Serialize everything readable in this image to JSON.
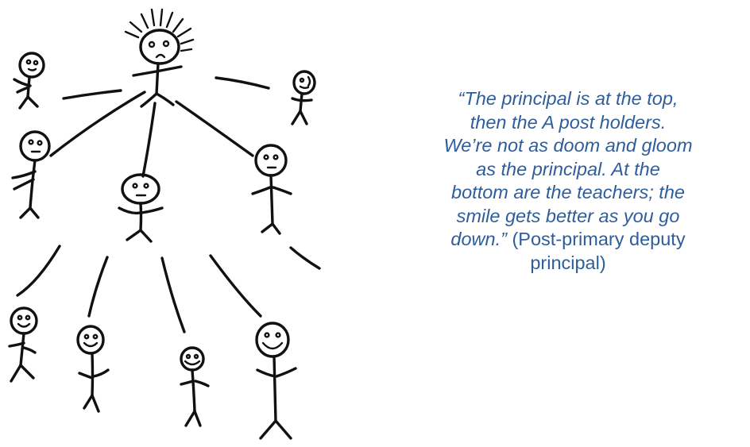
{
  "quote": {
    "lines": [
      {
        "italic": "“The principal is at the top,",
        "plain": ""
      },
      {
        "italic": "then the A post holders.",
        "plain": ""
      },
      {
        "italic": "We’re not as doom and gloom",
        "plain": ""
      },
      {
        "italic": "as the principal.  At the",
        "plain": ""
      },
      {
        "italic": "bottom are the teachers; the",
        "plain": ""
      },
      {
        "italic": "smile gets better as you go",
        "plain": ""
      },
      {
        "italic": "down.”",
        "plain": " (Post-primary deputy"
      },
      {
        "italic": "",
        "plain": "principal)"
      }
    ]
  },
  "colors": {
    "quote_text": "#2e5d9c",
    "ink": "#111111",
    "background": "#ffffff"
  },
  "drawing": {
    "figures": [
      {
        "name": "principal-figure",
        "mood": "frown",
        "role": "top"
      },
      {
        "name": "a-post-holder-left-figure",
        "mood": "neutral",
        "role": "middle"
      },
      {
        "name": "a-post-holder-centre-figure",
        "mood": "neutral",
        "role": "middle"
      },
      {
        "name": "a-post-holder-right-figure",
        "mood": "neutral",
        "role": "middle"
      },
      {
        "name": "side-figure-left",
        "mood": "neutral",
        "role": "side"
      },
      {
        "name": "side-figure-right",
        "mood": "smile",
        "role": "side"
      },
      {
        "name": "teacher-figure-1",
        "mood": "smile",
        "role": "bottom"
      },
      {
        "name": "teacher-figure-2",
        "mood": "smile",
        "role": "bottom"
      },
      {
        "name": "teacher-figure-3",
        "mood": "smile",
        "role": "bottom"
      },
      {
        "name": "teacher-figure-4",
        "mood": "big-smile",
        "role": "bottom"
      }
    ]
  }
}
